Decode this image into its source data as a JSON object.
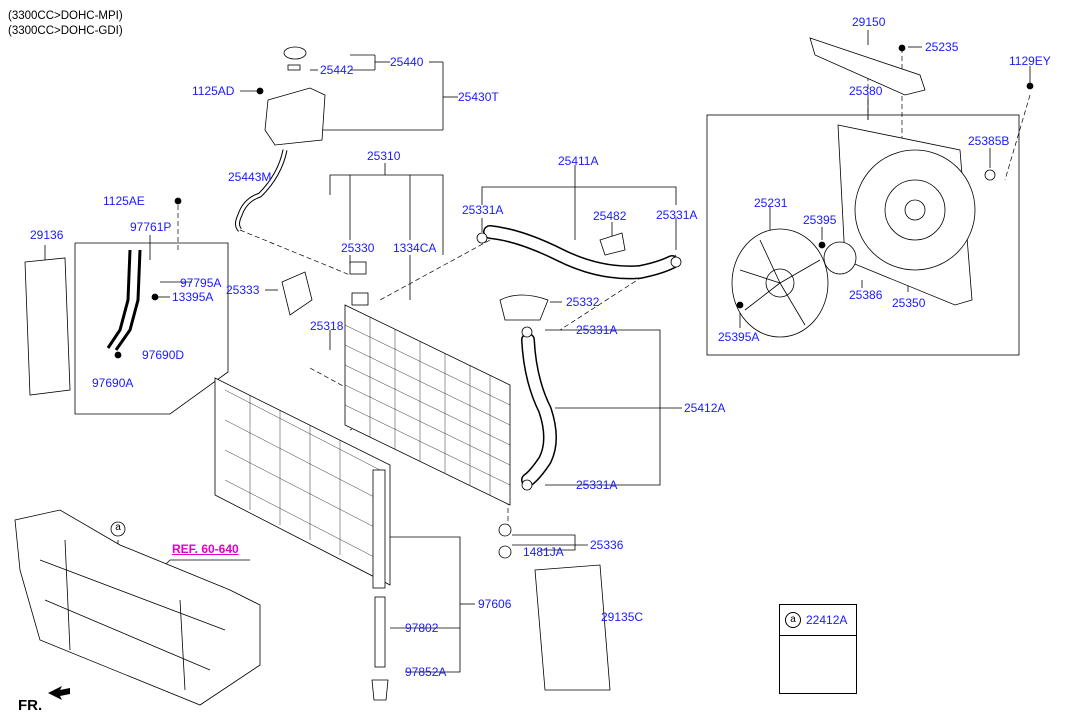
{
  "header": {
    "line1": "(3300CC>DOHC-MPI)",
    "line2": "(3300CC>DOHC-GDI)"
  },
  "labels": {
    "p29150": "29150",
    "p25235": "25235",
    "p1129EY": "1129EY",
    "p25440": "25440",
    "p25442": "25442",
    "p1125AD": "1125AD",
    "p25430T": "25430T",
    "p25380": "25380",
    "p25385B": "25385B",
    "p25310": "25310",
    "p25443M": "25443M",
    "p25411A": "25411A",
    "p1125AE": "1125AE",
    "p25331A_1": "25331A",
    "p25482": "25482",
    "p25331A_2": "25331A",
    "p25231": "25231",
    "p25395": "25395",
    "p29136": "29136",
    "p97761P": "97761P",
    "p25330": "25330",
    "p1334CA": "1334CA",
    "p97795A": "97795A",
    "p13395A": "13395A",
    "p25333": "25333",
    "p25332": "25332",
    "p25386": "25386",
    "p25350": "25350",
    "p25318": "25318",
    "p25331A_3": "25331A",
    "p25395A": "25395A",
    "p97690D": "97690D",
    "p97690A": "97690A",
    "p25412A": "25412A",
    "p25331A_4": "25331A",
    "p25336": "25336",
    "p1481JA": "1481JA",
    "p97606": "97606",
    "p97802": "97802",
    "p29135C": "29135C",
    "p97852A": "97852A"
  },
  "ref_link": "REF. 60-640",
  "callout_a": "a",
  "legend": {
    "marker": "a",
    "code": "22412A"
  },
  "front_label": "FR."
}
